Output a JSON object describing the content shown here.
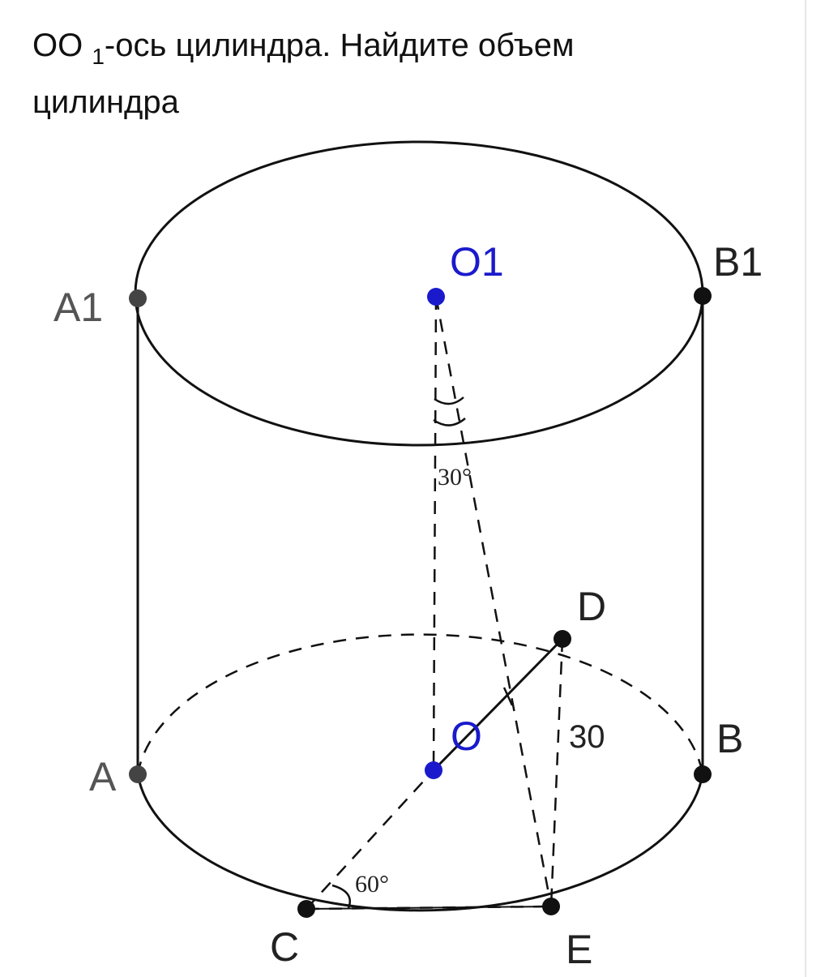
{
  "problem": {
    "line1_prefix": "OO ",
    "line1_sub": "1",
    "line1_rest": "-ось цилиндра. Найдите объем",
    "line2": "цилиндра"
  },
  "points": {
    "A1": "A1",
    "O1": "O1",
    "B1": "B1",
    "A": "A",
    "O": "O",
    "B": "B",
    "C": "C",
    "D": "D",
    "E": "E"
  },
  "annotations": {
    "angle_top": "30°",
    "angle_bottom": "60°",
    "length_DE": "30"
  },
  "colors": {
    "stroke": "#111111",
    "center_point": "#1a1acc",
    "point": "#111111",
    "point_gray": "#444444"
  }
}
